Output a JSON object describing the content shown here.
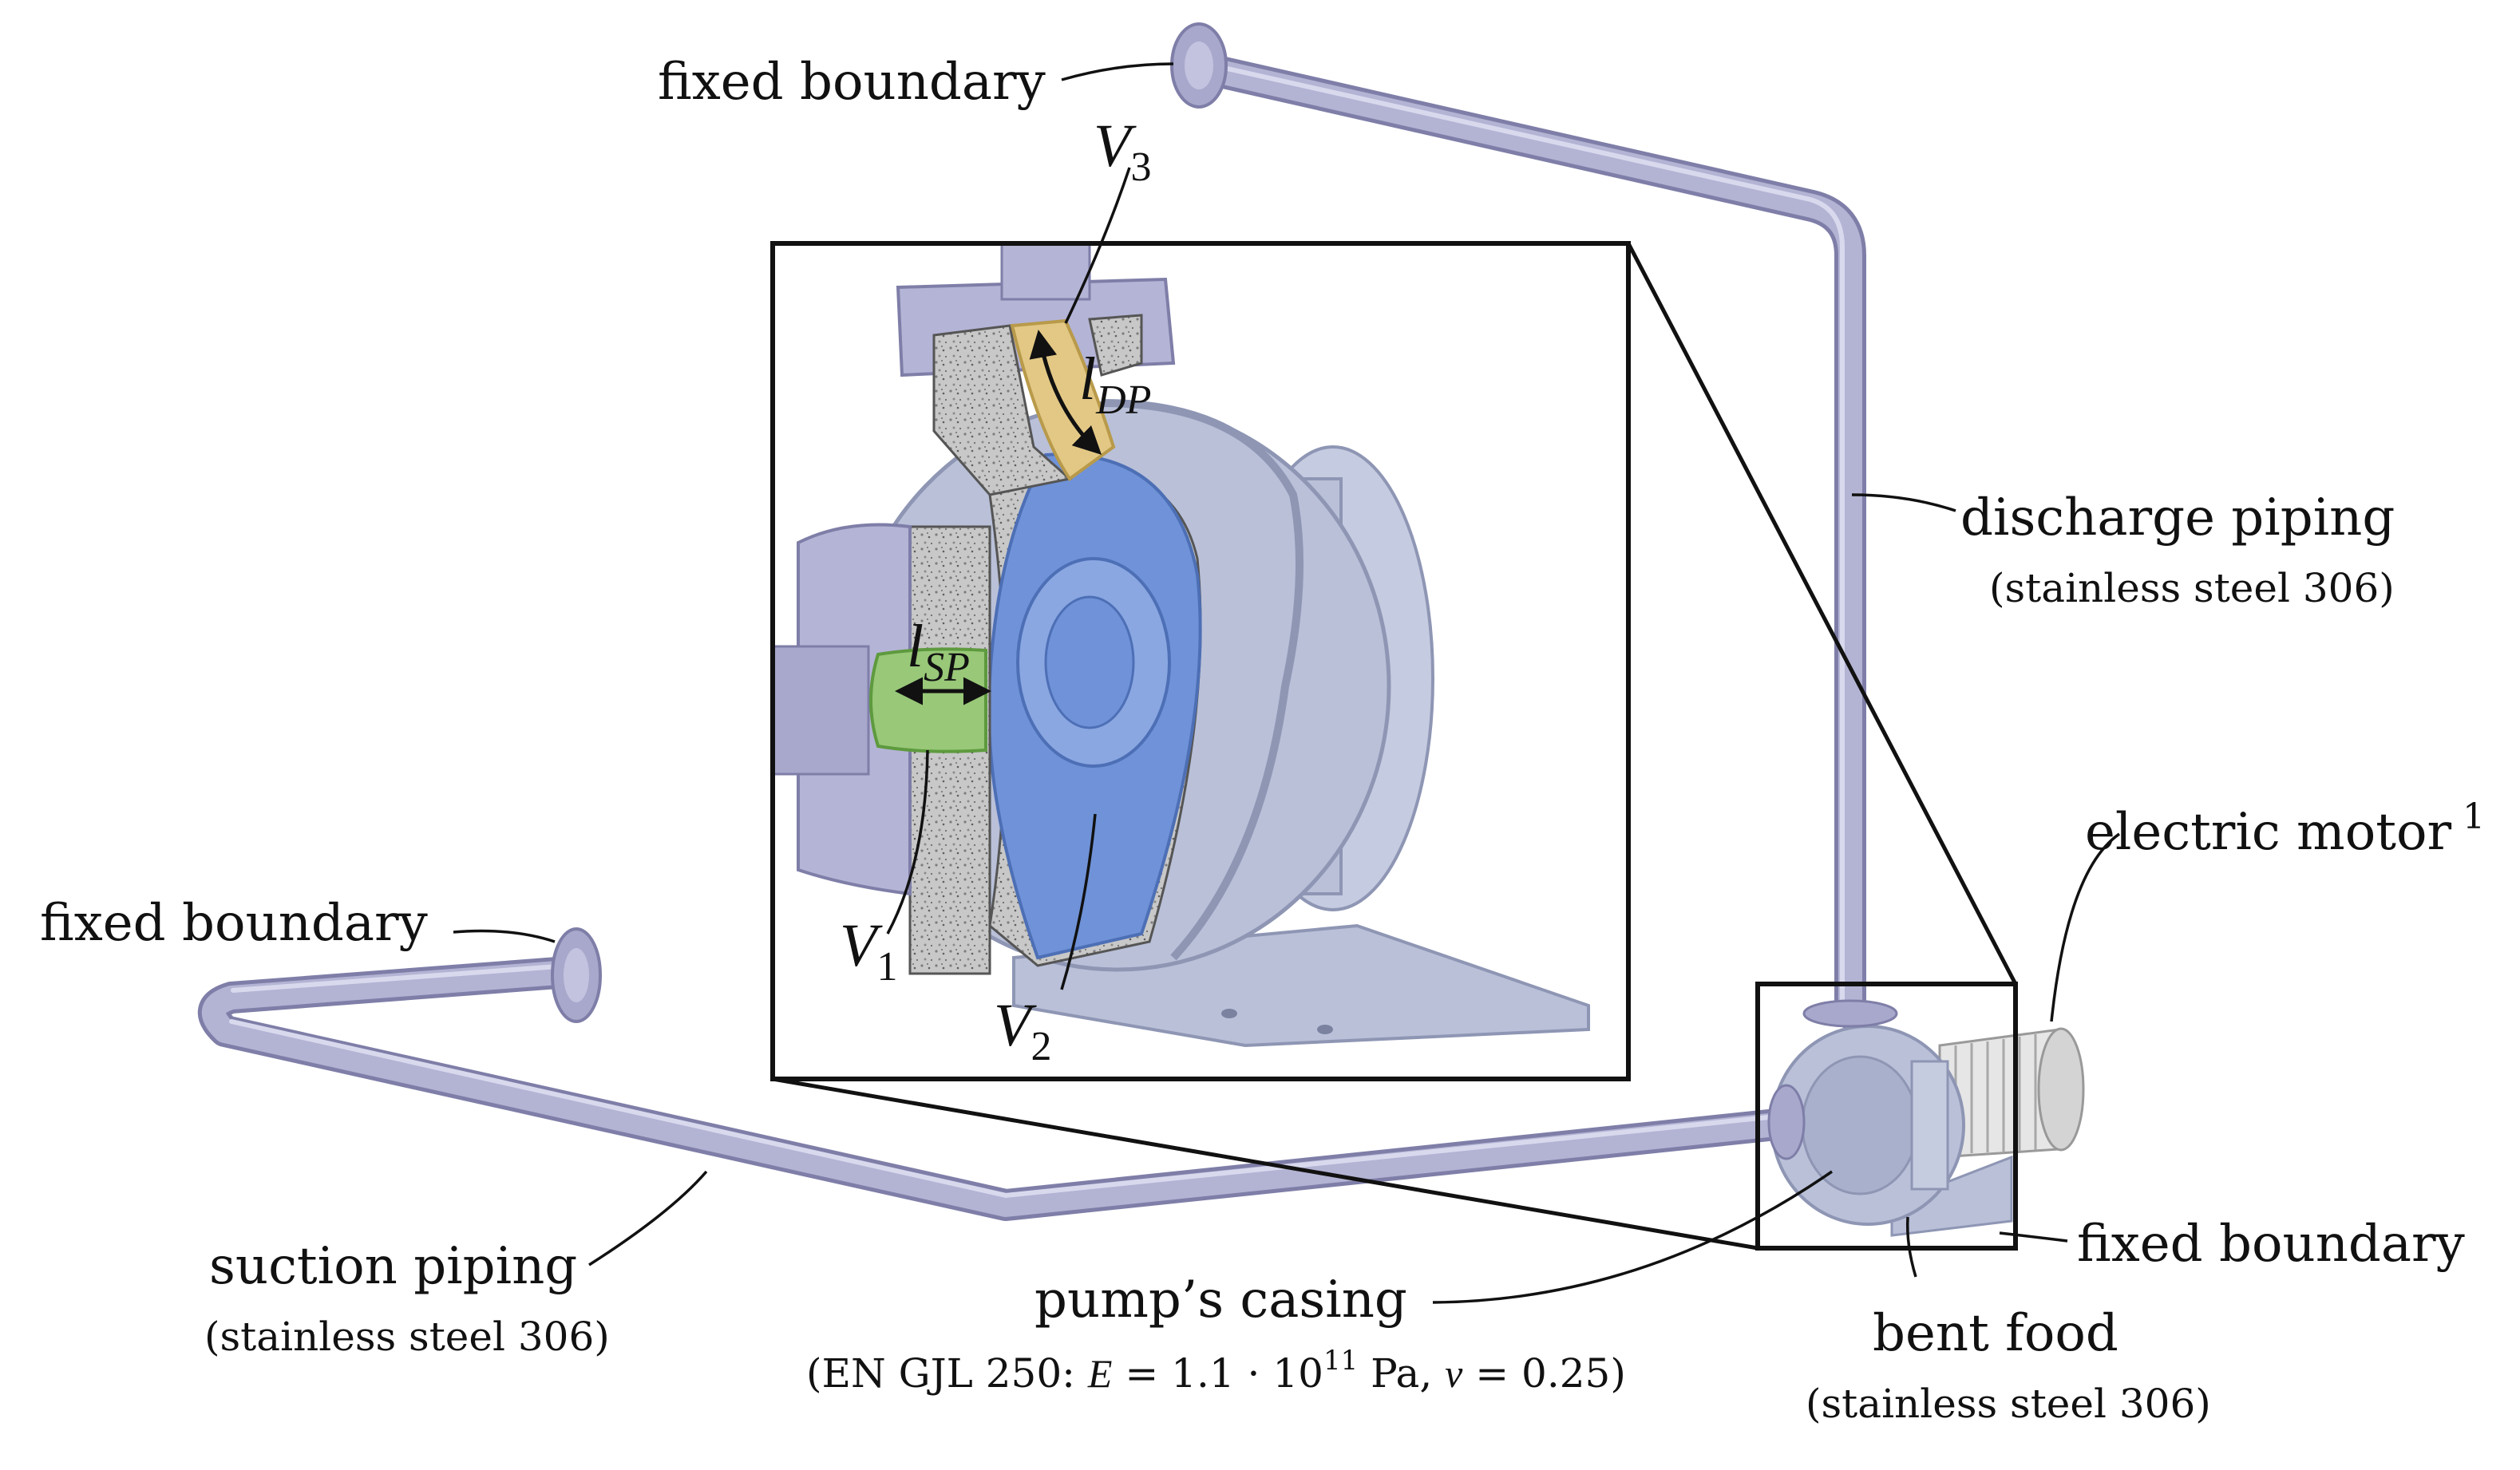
{
  "labels": {
    "fixed_boundary_top": "fixed boundary",
    "fixed_boundary_left": "fixed boundary",
    "fixed_boundary_right": "fixed boundary",
    "discharge_piping": "discharge piping",
    "discharge_material": "(stainless steel 306)",
    "electric_motor": "electric motor",
    "electric_motor_footnote": "1",
    "suction_piping": "suction piping",
    "suction_material": "(stainless steel 306)",
    "pumps_casing": "pump’s casing",
    "casing_material_prefix": "(EN GJL 250: ",
    "casing_E_symbol": "E",
    "casing_E_value": " = 1.1 · 10",
    "casing_E_exponent": "11",
    "casing_E_unit": " Pa, ",
    "casing_nu_symbol": "ν",
    "casing_nu_value": " = 0.25)",
    "bent_food": "bent food",
    "bent_food_material": "(stainless steel 306)"
  },
  "symbols": {
    "V3": {
      "base": "V",
      "sub": "3"
    },
    "V1": {
      "base": "V",
      "sub": "1"
    },
    "V2": {
      "base": "V",
      "sub": "2"
    },
    "lDP": {
      "base": "l",
      "sub": "DP"
    },
    "lSP": {
      "base": "l",
      "sub": "SP"
    }
  },
  "colors": {
    "pipe": "#a9a9cc",
    "pipe_dark": "#7e7ea8",
    "casing": "#b9c0d8",
    "casing_dark": "#8e96b4",
    "fluid_pump": "#6f92d8",
    "fluid_suction": "#98c878",
    "fluid_discharge": "#e3c885",
    "section_cut": "#c9c9c9",
    "outline": "#111111"
  }
}
